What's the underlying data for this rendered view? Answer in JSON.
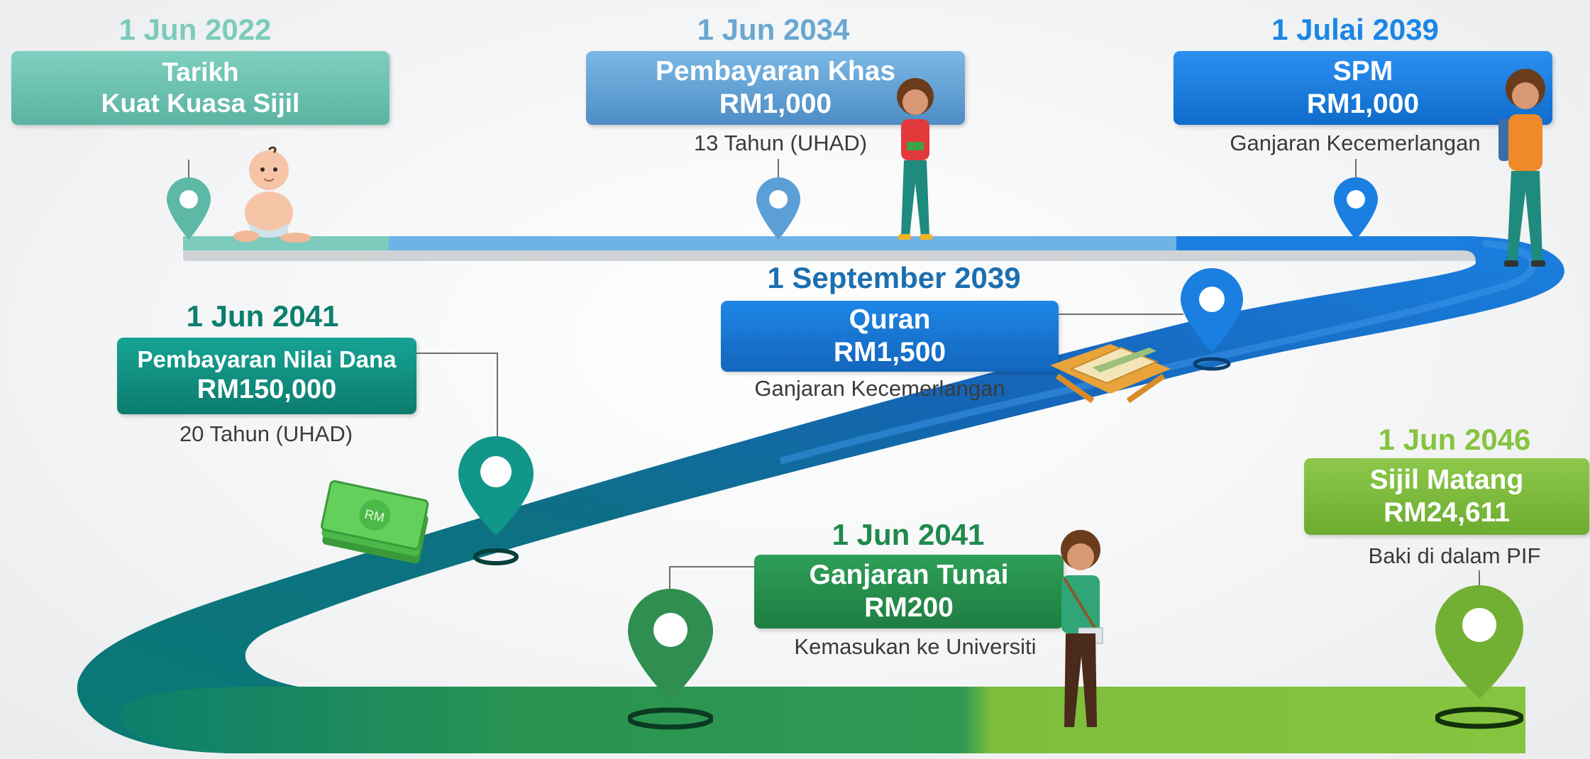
{
  "colors": {
    "teal_light": "#7ccbbd",
    "blue_light": "#6db3e6",
    "blue": "#1a7fe0",
    "blue_dark": "#0f64b4",
    "teal": "#0d8a85",
    "green": "#2e9a55",
    "lime": "#80bd3c"
  },
  "milestones": {
    "m1": {
      "date": "1 Jun 2022",
      "line1": "Tarikh",
      "line2": "Kuat Kuasa Sijil",
      "sub": ""
    },
    "m2": {
      "date": "1 Jun 2034",
      "line1": "Pembayaran Khas",
      "line2": "RM1,000",
      "sub": "13 Tahun (UHAD)"
    },
    "m3": {
      "date": "1 Julai 2039",
      "line1": "SPM",
      "line2": "RM1,000",
      "sub": "Ganjaran Kecemerlangan"
    },
    "m4": {
      "date": "1 September 2039",
      "line1": "Quran",
      "line2": "RM1,500",
      "sub": "Ganjaran Kecemerlangan"
    },
    "m5": {
      "date": "1 Jun 2041",
      "line1": "Pembayaran Nilai Dana",
      "line2": "RM150,000",
      "sub": "20 Tahun (UHAD)"
    },
    "m6": {
      "date": "1 Jun 2041",
      "line1": "Ganjaran Tunai",
      "line2": "RM200",
      "sub": "Kemasukan ke Universiti"
    },
    "m7": {
      "date": "1 Jun 2046",
      "line1": "Sijil Matang",
      "line2": "RM24,611",
      "sub": "Baki di dalam PIF"
    }
  },
  "illustrations": {
    "baby": "baby-illustration",
    "child": "child-holding-money-illustration",
    "teen": "teen-with-backpack-illustration",
    "quran": "quran-on-stand-illustration",
    "cash": "cash-banknotes-illustration",
    "student": "university-student-illustration",
    "cash_label": "RM"
  }
}
